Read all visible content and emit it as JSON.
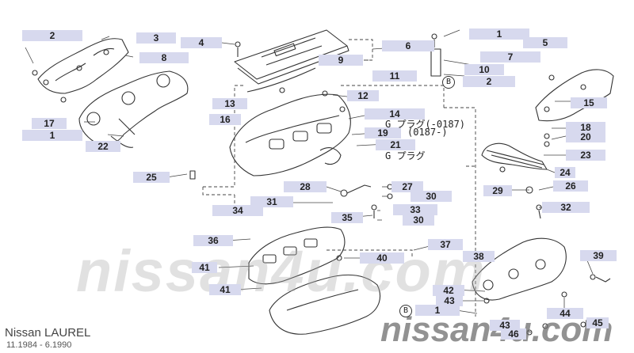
{
  "diagram": {
    "vehicle": "Nissan LAUREL",
    "date_range": "11.1984 - 6.1990",
    "watermark_center": "nissan4u.com",
    "watermark_bottom": "nissan4u.com",
    "callouts": [
      {
        "id": "c1",
        "label": "2"
      },
      {
        "id": "c2",
        "label": "3"
      },
      {
        "id": "c3",
        "label": "8"
      },
      {
        "id": "c4",
        "label": "4"
      },
      {
        "id": "c5",
        "label": "9"
      },
      {
        "id": "c6",
        "label": "6"
      },
      {
        "id": "c7",
        "label": "1"
      },
      {
        "id": "c8",
        "label": "5"
      },
      {
        "id": "c9",
        "label": "7"
      },
      {
        "id": "c10",
        "label": "10"
      },
      {
        "id": "c11",
        "label": "11"
      },
      {
        "id": "c12",
        "label": "2"
      },
      {
        "id": "c13",
        "label": "12"
      },
      {
        "id": "c14",
        "label": "13"
      },
      {
        "id": "c15",
        "label": "14"
      },
      {
        "id": "c16",
        "label": "16"
      },
      {
        "id": "c17",
        "label": "19"
      },
      {
        "id": "c18",
        "label": "21"
      },
      {
        "id": "c19",
        "label": "15"
      },
      {
        "id": "c20",
        "label": "18"
      },
      {
        "id": "c21",
        "label": "20"
      },
      {
        "id": "c22",
        "label": "23"
      },
      {
        "id": "c23",
        "label": "17"
      },
      {
        "id": "c24",
        "label": "1"
      },
      {
        "id": "c25",
        "label": "22"
      },
      {
        "id": "c26",
        "label": "25"
      },
      {
        "id": "c27",
        "label": "24"
      },
      {
        "id": "c28",
        "label": "26"
      },
      {
        "id": "c29",
        "label": "29"
      },
      {
        "id": "c30",
        "label": "28"
      },
      {
        "id": "c31",
        "label": "27"
      },
      {
        "id": "c32",
        "label": "30"
      },
      {
        "id": "c33",
        "label": "31"
      },
      {
        "id": "c34",
        "label": "32"
      },
      {
        "id": "c35",
        "label": "33"
      },
      {
        "id": "c36",
        "label": "30"
      },
      {
        "id": "c37",
        "label": "34"
      },
      {
        "id": "c38",
        "label": "35"
      },
      {
        "id": "c39",
        "label": "36"
      },
      {
        "id": "c40",
        "label": "37"
      },
      {
        "id": "c41",
        "label": "40"
      },
      {
        "id": "c42",
        "label": "38"
      },
      {
        "id": "c43",
        "label": "39"
      },
      {
        "id": "c44",
        "label": "41"
      },
      {
        "id": "c45",
        "label": "41"
      },
      {
        "id": "c46",
        "label": "42"
      },
      {
        "id": "c47",
        "label": "43"
      },
      {
        "id": "c48",
        "label": "1"
      },
      {
        "id": "c49",
        "label": "44"
      },
      {
        "id": "c50",
        "label": "43"
      },
      {
        "id": "c51",
        "label": "46"
      },
      {
        "id": "c52",
        "label": "45"
      }
    ],
    "annotations": [
      {
        "id": "a1",
        "text": "G プラグ(-0187)"
      },
      {
        "id": "a2",
        "text": "(0187-)"
      },
      {
        "id": "a3",
        "text": "G プラグ"
      }
    ],
    "ref_markers": [
      {
        "id": "r1",
        "text": "B"
      },
      {
        "id": "r2",
        "text": "B"
      }
    ]
  }
}
